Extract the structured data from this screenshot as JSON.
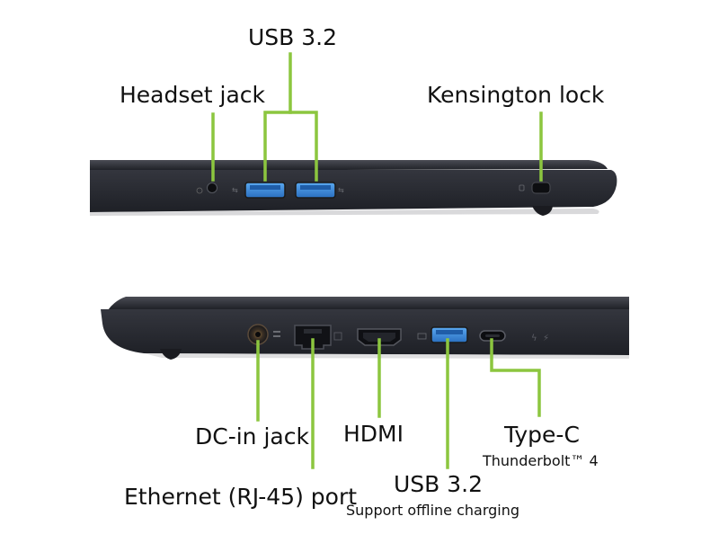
{
  "colors": {
    "leader": "#8CC63F",
    "laptop_body": "#24262d",
    "usb_blue": "#3d8fe0",
    "label_text": "#111111"
  },
  "left_side_view": {
    "labels": {
      "usb_top": "USB 3.2",
      "headset": "Headset jack",
      "kensington": "Kensington lock"
    }
  },
  "right_side_view": {
    "labels": {
      "dc_in": "DC-in jack",
      "hdmi": "HDMI",
      "type_c": "Type-C",
      "type_c_sub": "Thunderbolt™ 4",
      "usb_bottom": "USB 3.2",
      "usb_bottom_sub": "Support offline charging",
      "ethernet": "Ethernet (RJ-45) port"
    }
  }
}
